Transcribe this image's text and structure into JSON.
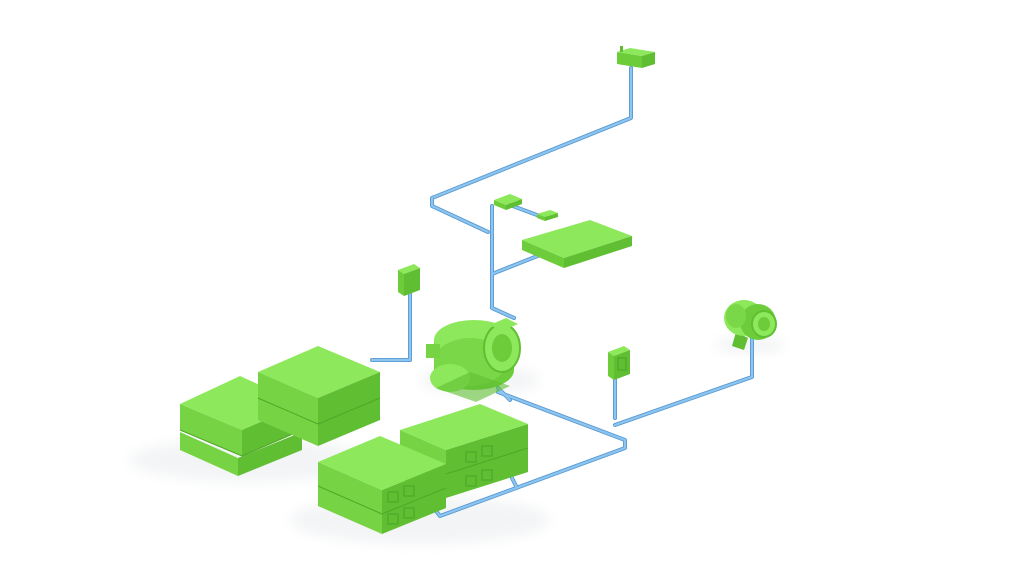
{
  "scene": {
    "background": "#ffffff",
    "colors": {
      "equipment_top": "#8ee85c",
      "equipment_left": "#76d444",
      "equipment_right": "#5fbe32",
      "equipment_outline": "#4ea828",
      "pipe": "#7ab6e6",
      "pipe_edge": "#5a9ad2",
      "shadow": "#e9ecee"
    },
    "components": [
      {
        "name": "battery-cabinet",
        "count": 2
      },
      {
        "name": "inverter-rack",
        "count": 2
      },
      {
        "name": "motor-pump",
        "count": 2
      },
      {
        "name": "control-panel",
        "count": 1
      },
      {
        "name": "wall-sensor",
        "count": 4
      }
    ]
  }
}
